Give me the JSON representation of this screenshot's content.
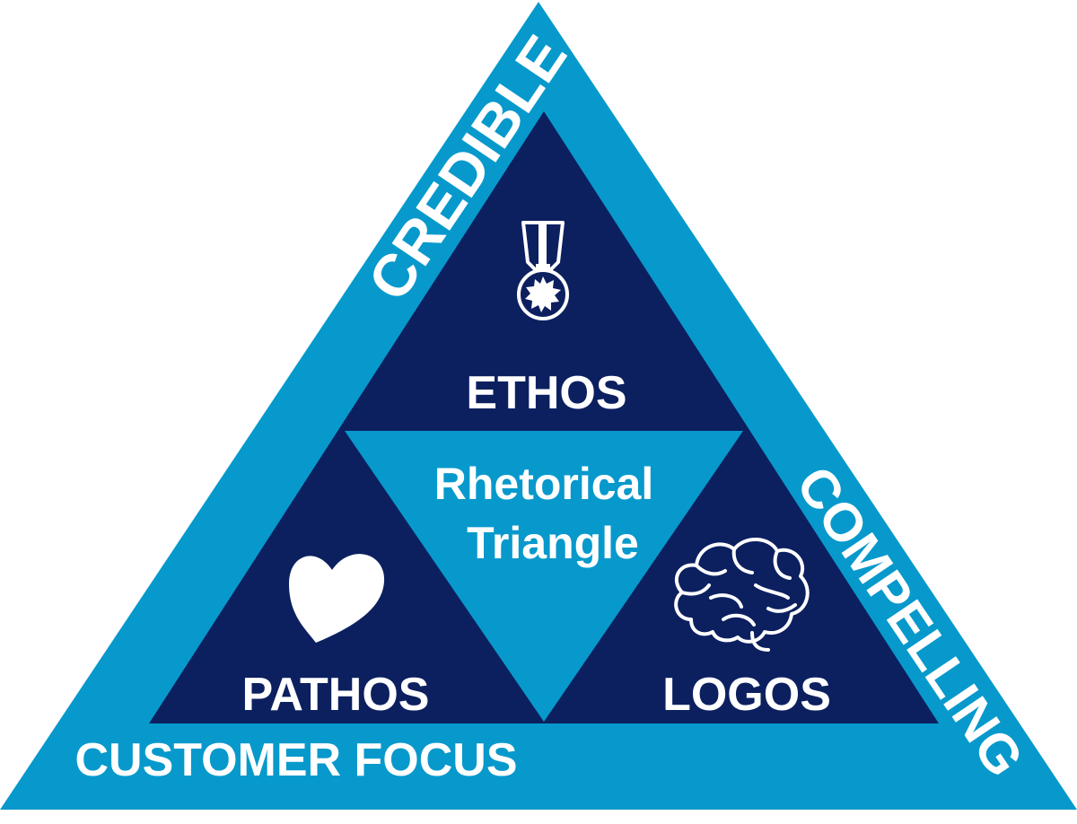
{
  "colors": {
    "outer_triangle": "#0799cc",
    "inner_triangle": "#0c2060",
    "center_triangle": "#0799cc",
    "text": "#ffffff"
  },
  "sides": {
    "left": "CREDIBLE",
    "right": "COMPELLING",
    "bottom": "CUSTOMER FOCUS"
  },
  "center": {
    "line1": "Rhetorical",
    "line2": "Triangle"
  },
  "corners": {
    "top": {
      "label": "ETHOS",
      "icon": "medal-icon"
    },
    "left": {
      "label": "PATHOS",
      "icon": "heart-icon"
    },
    "right": {
      "label": "LOGOS",
      "icon": "brain-icon"
    }
  }
}
